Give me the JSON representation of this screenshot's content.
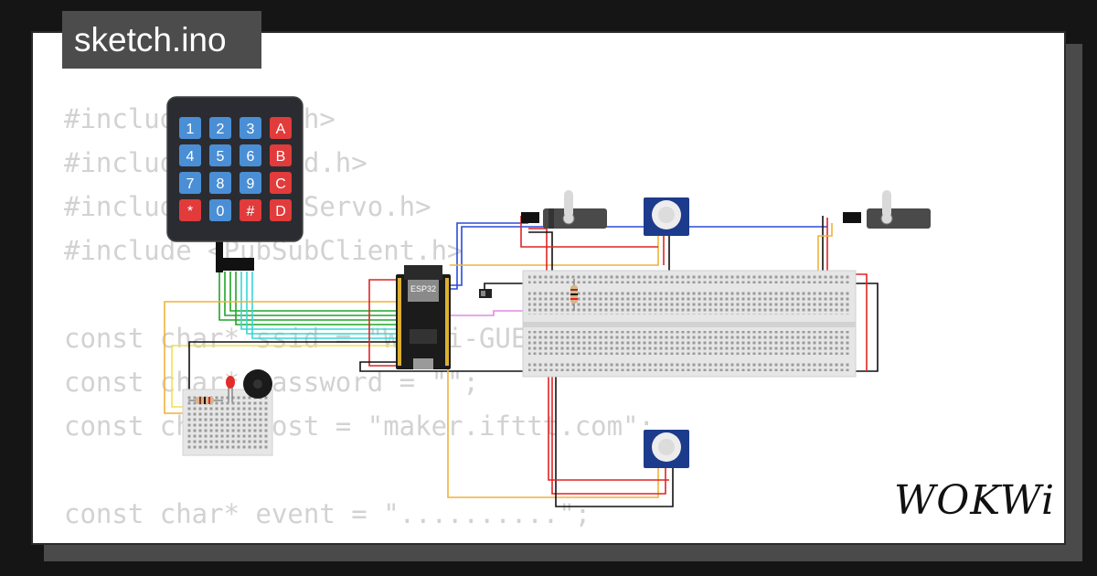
{
  "title": "sketch.ino",
  "logo": "WOKWi",
  "code_lines": [
    "#include <WiFi.h>",
    "#include <Keypad.h>",
    "#include <ESP32Servo.h>",
    "#include <PubSubClient.h>",
    "",
    "const char* ssid = \"Wokwi-GUEST\";",
    "const char* password = \"\";",
    "const char* host = \"maker.ifttt.com\";",
    "",
    "const char* event = \"..........\";"
  ],
  "keypad": {
    "rows": [
      [
        "1",
        "2",
        "3",
        "A"
      ],
      [
        "4",
        "5",
        "6",
        "B"
      ],
      [
        "7",
        "8",
        "9",
        "C"
      ],
      [
        "*",
        "0",
        "#",
        "D"
      ]
    ],
    "colors": {
      "number": "#4a8fd6",
      "letter": "#e23b3b",
      "body": "#2a2c31"
    }
  },
  "board_label": "ESP32",
  "wire_colors": {
    "blue": "#2b4bd8",
    "red": "#e02424",
    "orange": "#f0b23a",
    "green": "#1fa52a",
    "cyan": "#38d6d6",
    "black": "#111111",
    "pink": "#e28be0",
    "yellow": "#f3e14a"
  }
}
